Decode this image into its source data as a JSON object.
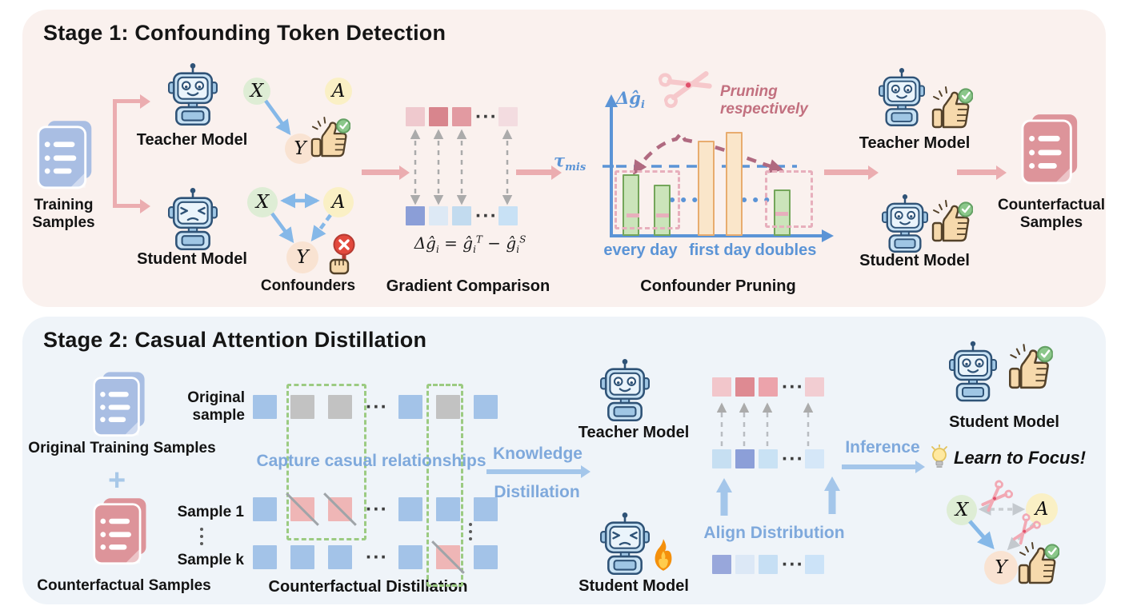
{
  "stage1": {
    "title": "Stage 1: Confounding Token Detection",
    "training_label": "Training Samples",
    "teacher_label": "Teacher Model",
    "student_label": "Student Model",
    "confounders_label": "Confounders",
    "nodes": {
      "x": "X",
      "a": "A",
      "y": "Y"
    },
    "gradient": {
      "teacher_cells": [
        "#EFC9CE",
        "#D8858D",
        "#E29AA1",
        "dots",
        "#F3DCE0"
      ],
      "student_cells": [
        "#8B9ED7",
        "#DDE9F5",
        "#C2DBEF",
        "dots",
        "#C8E1F5"
      ],
      "formula": {
        "delta_g": "Δĝ",
        "sub_i": "i",
        "equals": "=",
        "g_hat": "ĝ",
        "sup_t": "T",
        "minus": "−",
        "sup_s": "S"
      },
      "caption": "Gradient Comparison"
    },
    "pruning": {
      "axis_main": "Δĝ",
      "axis_sub": "i",
      "threshold_main": "τ",
      "threshold_sub": "mis",
      "threshold_value": 87,
      "note": "Pruning respectively",
      "bars": [
        {
          "token": "every",
          "value": 77,
          "status": "kept"
        },
        {
          "token": "day",
          "value": 64,
          "status": "kept"
        },
        {
          "token": "first",
          "value": 119,
          "status": "pruned"
        },
        {
          "token": "day",
          "value": 130,
          "status": "pruned"
        },
        {
          "token": "doubles",
          "value": 58,
          "status": "kept"
        }
      ],
      "x_labels": [
        "every day",
        "first day",
        "doubles"
      ],
      "caption": "Confounder Pruning"
    },
    "teacher2_label": "Teacher Model",
    "student2_label": "Student Model",
    "counterfactual_label": "Counterfactual Samples"
  },
  "stage2": {
    "title": "Stage 2: Casual Attention Distillation",
    "original_docs_label": "Original Training Samples",
    "plus": "+",
    "counterfactual_docs_label": "Counterfactual Samples",
    "row_labels": [
      "Original sample",
      "Sample 1",
      "Sample k"
    ],
    "rows": [
      [
        "blue",
        "gray",
        "gray",
        "dots",
        "blue",
        "gray",
        "blue"
      ],
      [
        "blue",
        "pinkslash",
        "pinkslash",
        "dots",
        "blue",
        "blue",
        "blue"
      ],
      [
        "blue",
        "blue",
        "blue",
        "dots",
        "blue",
        "pinkslash",
        "blue"
      ]
    ],
    "capture_label": "Capture casual relationships",
    "distill_caption": "Counterfactual Distillation",
    "knowledge_line1": "Knowledge",
    "knowledge_line2": "Distillation",
    "teacher_label": "Teacher Model",
    "student_label": "Student Model",
    "align": {
      "teacher_cells": [
        "#F2C6CB",
        "#DE8A92",
        "#ECA3AB",
        "dots",
        "#F2CDD2"
      ],
      "student_cells": [
        "#C6DFF2",
        "#8C9FD8",
        "#C9E2F4",
        "dots",
        "#D5E7F8"
      ],
      "output_cells": [
        "#98A7DB",
        "#DCE8F6",
        "#C6DFF4",
        "dots",
        "#CCE3F8"
      ],
      "label": "Align Distribution"
    },
    "inference_label": "Inference",
    "student2_label": "Student Model",
    "learn_label": "Learn to Focus!",
    "nodes": {
      "x": "X",
      "a": "A",
      "y": "Y"
    }
  },
  "colors": {
    "stage1_bg": "#FAF1EE",
    "stage2_bg": "#EFF4F9",
    "pink_arrow": "#EBADB0",
    "blue_text": "#7FA9DC",
    "axis_blue": "#5B94D6",
    "kept_bar": "#CBE4BA",
    "pruned_bar": "#FAE6CA",
    "node_x": "#DEEDD5",
    "node_a": "#FAF0C5",
    "node_y": "#F9E3D2"
  }
}
